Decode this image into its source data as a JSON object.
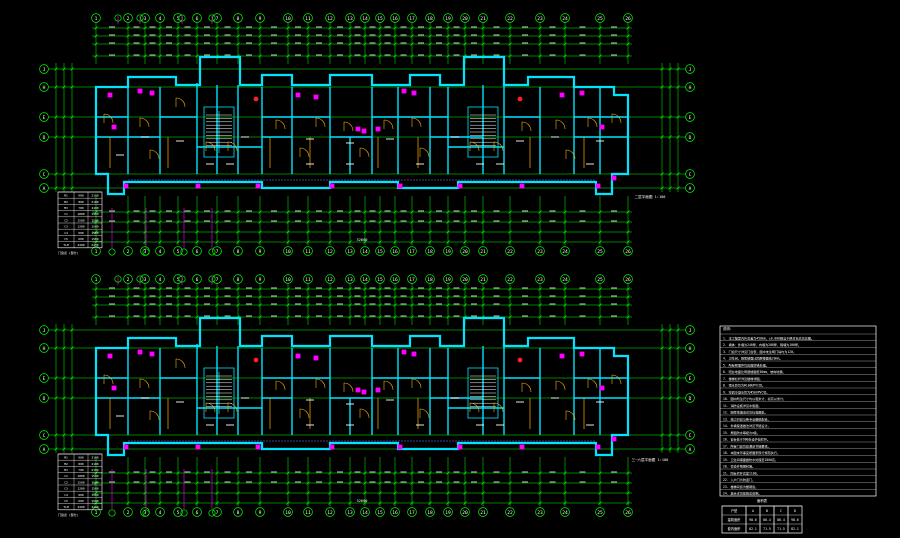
{
  "colors": {
    "background": "#000000",
    "axis": "#00ff00",
    "wall": "#00e5ff",
    "door": "#ffb000",
    "fixture": "#ff00ff",
    "bubble": "#00ff00",
    "magenta_tag": "#ff00ff",
    "text": "#ffffff",
    "table": "#ffffff"
  },
  "axis_labels": [
    "1",
    "2",
    "3",
    "4",
    "5",
    "6",
    "7",
    "8",
    "9",
    "10",
    "11",
    "12",
    "13",
    "14",
    "15",
    "16",
    "17",
    "18",
    "19",
    "20",
    "21",
    "22",
    "23",
    "24",
    "25",
    "26"
  ],
  "row_labels": [
    "J",
    "H",
    "E",
    "D",
    "C",
    "A"
  ],
  "plans": [
    {
      "title": "二层平面图 1:100",
      "dim_total": "52600"
    },
    {
      "title": "三~六层平面图 1:100",
      "dim_total": "52600"
    }
  ],
  "notes_heading": "说明：",
  "notes": [
    "1. 本工程室内外高差为450mm，±0.000相当于绝对标高见总图。",
    "2. 墙体：外墙为240厚，内墙为200厚，隔墙为100厚。",
    "3. 门窗尺寸详见门窗表，图中未注明门垛均为120。",
    "4. 卫生间、厨房楼面比同层楼面低20mm。",
    "5. 所有预埋件均应做防锈处理。",
    "6. 阳台地面比同层楼面低30mm，坡向地漏。",
    "7. 楼梯栏杆详见楼梯详图。",
    "8. 雨水管均为Φ100UPVC管。",
    "9. 空调冷凝水管为Φ50UPVC管。",
    "10. 图中所注尺寸均以毫米计，标高以米计。",
    "11. 消防设施详见水施图。",
    "12. 厨房排烟道详见标准图集。",
    "13. 施工时应与各专业图纸配合。",
    "14. 外墙保温做法详见节能设计。",
    "15. 屋面防水等级为Ⅱ级。",
    "16. 窗台低于900处设护窗栏杆。",
    "17. 所有门窗均应满足节能要求。",
    "18. 本图未尽事宜按国家现行规范执行。",
    "19. 卫生间墙面做防水处理至1800高。",
    "20. 管道井每层封堵。",
    "21. 阳台栏杆高度1100。",
    "22. 入户门为防盗门。",
    "23. 楼梯间窗为塑钢窗。",
    "24. 其余详见建施总说明。"
  ],
  "schedule": {
    "title": "面积表",
    "headers": [
      "户型",
      "A",
      "B",
      "C",
      "D"
    ],
    "rows": [
      [
        "建筑面积",
        "98.6",
        "86.4",
        "86.4",
        "98.6"
      ],
      [
        "套内面积",
        "82.1",
        "71.5",
        "71.5",
        "82.1"
      ]
    ]
  },
  "legend_table": {
    "rows": [
      [
        "M1",
        "900",
        "2100"
      ],
      [
        "M2",
        "800",
        "2100"
      ],
      [
        "M3",
        "700",
        "2100"
      ],
      [
        "C1",
        "1800",
        "1500"
      ],
      [
        "C2",
        "1500",
        "1500"
      ],
      [
        "C3",
        "1200",
        "1500"
      ],
      [
        "C4",
        "900",
        "1500"
      ],
      [
        "C5",
        "600",
        "1500"
      ],
      [
        "TLM",
        "2400",
        "2400"
      ]
    ],
    "caption": "门窗表 (部分)"
  }
}
